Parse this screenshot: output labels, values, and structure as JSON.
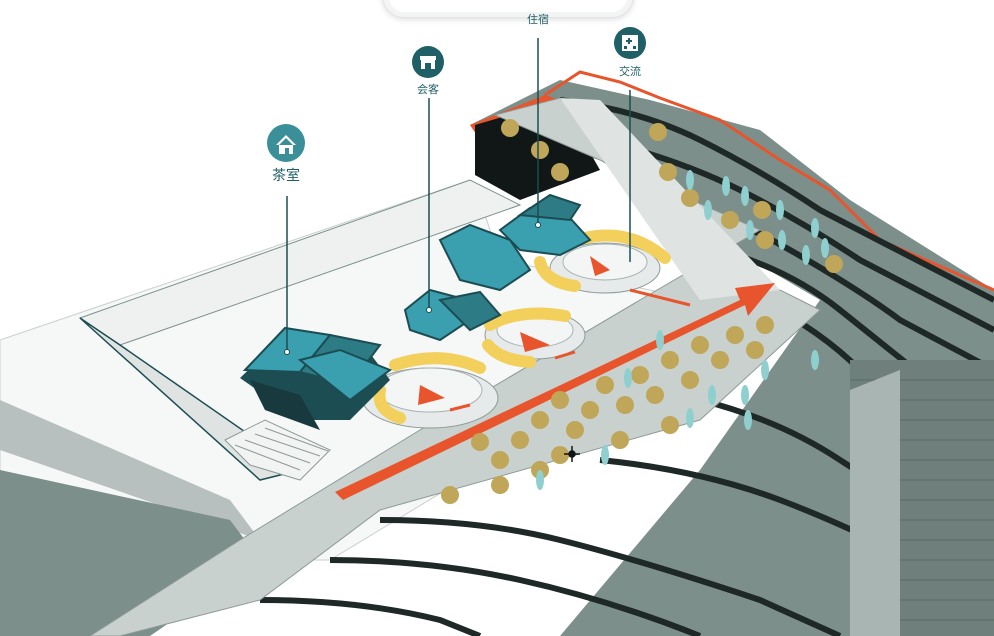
{
  "markers": [
    {
      "id": "tea",
      "label": "茶室",
      "icon": "house-icon"
    },
    {
      "id": "meet",
      "label": "会客",
      "icon": "shop-icon"
    },
    {
      "id": "stay",
      "label": "住宿",
      "icon": "bed-icon"
    },
    {
      "id": "exchange",
      "label": "交流",
      "icon": "hospital-icon"
    }
  ],
  "colors": {
    "marker": "#2c7b85",
    "roof": "#3a9fae",
    "terrain": "#7d8f8b",
    "terrain_dark": "#1e2826",
    "arrow": "#e8542b",
    "swirl": "#f3cf5c",
    "tree": "#bfa659",
    "cypress": "#8fcfcf"
  }
}
